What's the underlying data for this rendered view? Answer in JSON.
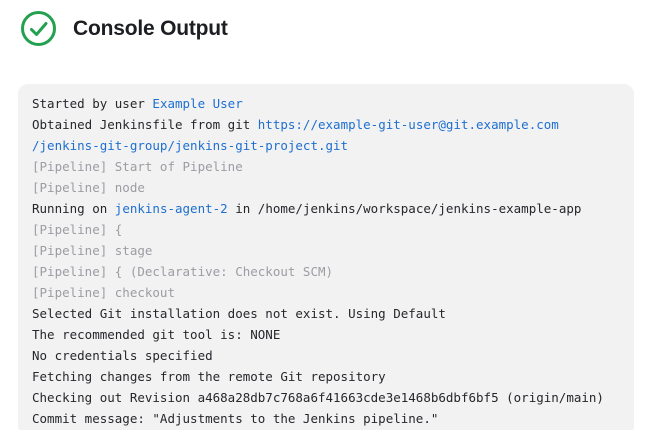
{
  "header": {
    "title": "Console Output",
    "status_icon": "success-check"
  },
  "colors": {
    "success_green": "#23a150",
    "link_blue": "#1e6fd0",
    "muted_gray": "#9c9da2",
    "text_dark": "#26272b",
    "console_background": "#f2f2f3",
    "page_background": "#ffffff"
  },
  "console": {
    "lines": [
      [
        {
          "text": "Started by user ",
          "style": "plain"
        },
        {
          "text": "Example User",
          "style": "link"
        }
      ],
      [
        {
          "text": "Obtained Jenkinsfile from git ",
          "style": "plain"
        },
        {
          "text": "https://example-git-user@git.example.com",
          "style": "link"
        }
      ],
      [
        {
          "text": "/jenkins-git-group/jenkins-git-project.git",
          "style": "link"
        }
      ],
      [
        {
          "text": "[Pipeline] Start of Pipeline",
          "style": "muted"
        }
      ],
      [
        {
          "text": "[Pipeline] node",
          "style": "muted"
        }
      ],
      [
        {
          "text": "Running on ",
          "style": "plain"
        },
        {
          "text": "jenkins-agent-2",
          "style": "link"
        },
        {
          "text": " in /home/jenkins/workspace/jenkins-example-app",
          "style": "plain"
        }
      ],
      [
        {
          "text": "[Pipeline] {",
          "style": "muted"
        }
      ],
      [
        {
          "text": "[Pipeline] stage",
          "style": "muted"
        }
      ],
      [
        {
          "text": "[Pipeline] { (Declarative: Checkout SCM)",
          "style": "muted"
        }
      ],
      [
        {
          "text": "[Pipeline] checkout",
          "style": "muted"
        }
      ],
      [
        {
          "text": "Selected Git installation does not exist. Using Default",
          "style": "plain"
        }
      ],
      [
        {
          "text": "The recommended git tool is: NONE",
          "style": "plain"
        }
      ],
      [
        {
          "text": "No credentials specified",
          "style": "plain"
        }
      ],
      [
        {
          "text": "Fetching changes from the remote Git repository",
          "style": "plain"
        }
      ],
      [
        {
          "text": "Checking out Revision a468a28db7c768a6f41663cde3e1468b6dbf6bf5 (origin/main)",
          "style": "plain"
        }
      ],
      [
        {
          "text": "Commit message: \"Adjustments to the Jenkins pipeline.\"",
          "style": "plain"
        }
      ]
    ]
  }
}
